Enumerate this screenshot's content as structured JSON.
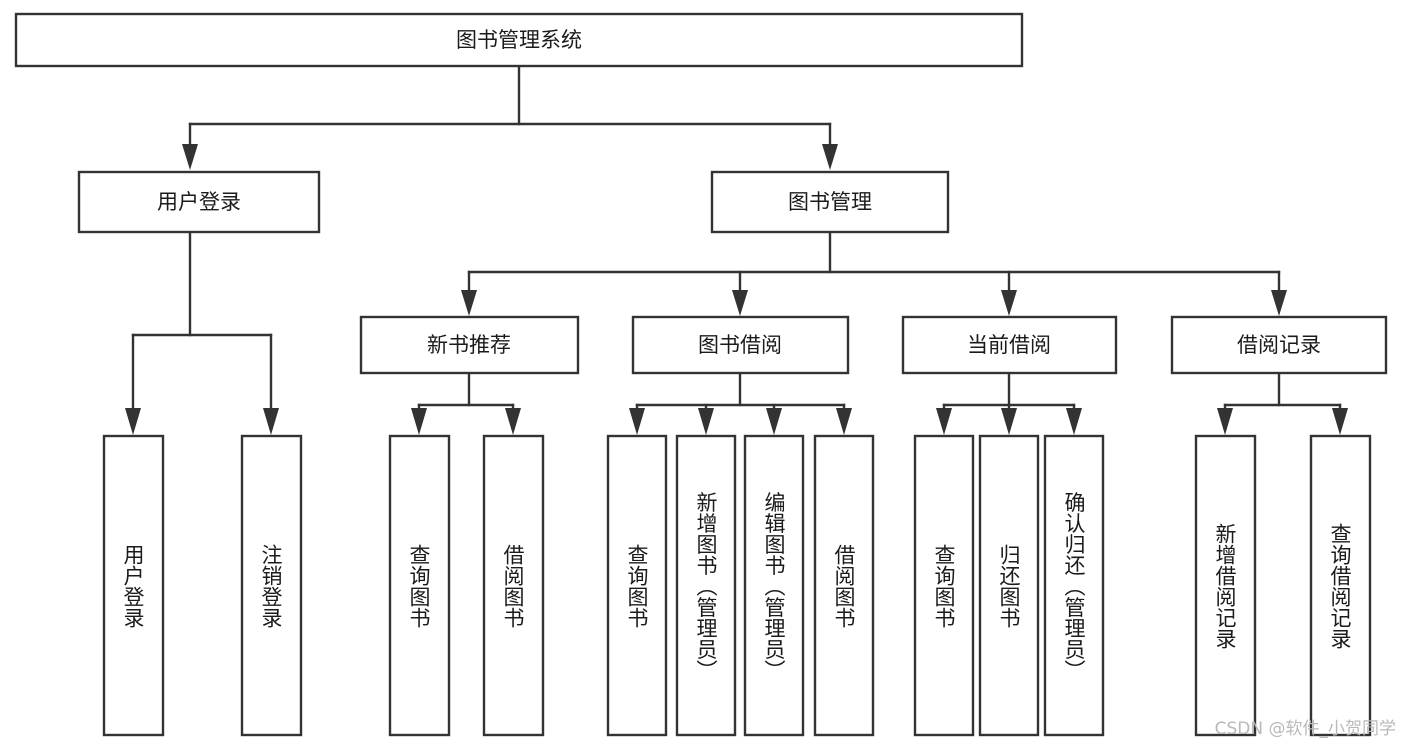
{
  "diagram": {
    "title": "图书管理系统",
    "type": "tree-hierarchy-chart",
    "watermark": "CSDN @软件_小贺同学",
    "root": {
      "label": "图书管理系统"
    },
    "level2": [
      {
        "label": "用户登录"
      },
      {
        "label": "图书管理"
      }
    ],
    "level3": [
      {
        "label": "新书推荐"
      },
      {
        "label": "图书借阅"
      },
      {
        "label": "当前借阅"
      },
      {
        "label": "借阅记录"
      }
    ],
    "leaves_user_login": [
      {
        "label": "用户登录"
      },
      {
        "label": "注销登录"
      }
    ],
    "leaves_new_book": [
      {
        "label": "查询图书"
      },
      {
        "label": "借阅图书"
      }
    ],
    "leaves_borrow": [
      {
        "label": "查询图书"
      },
      {
        "label": "新增图书（管理员）"
      },
      {
        "label": "编辑图书（管理员）"
      },
      {
        "label": "借阅图书"
      }
    ],
    "leaves_current": [
      {
        "label": "查询图书"
      },
      {
        "label": "归还图书"
      },
      {
        "label": "确认归还（管理员）"
      }
    ],
    "leaves_records": [
      {
        "label": "新增借阅记录"
      },
      {
        "label": "查询借阅记录"
      }
    ],
    "colors": {
      "stroke": "#333333",
      "fill": "#ffffff",
      "text": "#1b1b1b",
      "watermark": "#b9b9b9"
    }
  }
}
